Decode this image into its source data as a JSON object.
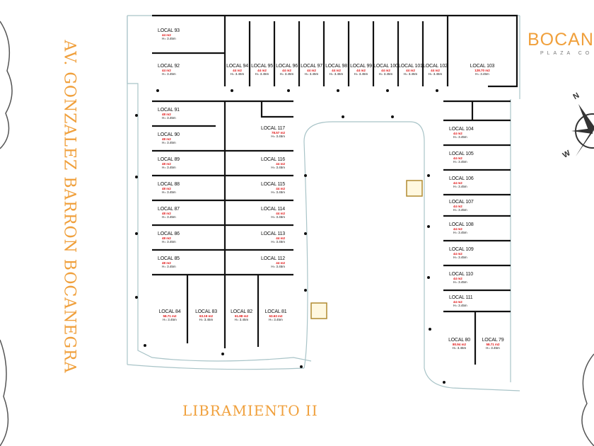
{
  "streets": {
    "left": "AV. GONZALEZ BARRON BOCANEGRA",
    "bottom": "LIBRAMIENTO II"
  },
  "logo": {
    "brand": "BOCAN",
    "subtitle": "PLAZA CO"
  },
  "compass": {
    "north": "N",
    "west": "W"
  },
  "colors": {
    "accent": "#f0a03c",
    "area_text": "#e01010",
    "walls": "#111111",
    "boundary": "#a9c4c8"
  },
  "locals": [
    {
      "name": "LOCAL 93",
      "area": "44 m2",
      "height": "H= 3.45m"
    },
    {
      "name": "LOCAL 92",
      "area": "44 m2",
      "height": "H= 3.45m"
    },
    {
      "name": "LOCAL 94",
      "area": "44 m2",
      "height": "H= 3.45m"
    },
    {
      "name": "LOCAL 95",
      "area": "44 m2",
      "height": "H= 3.45m"
    },
    {
      "name": "LOCAL 96",
      "area": "44 m2",
      "height": "H= 3.45m"
    },
    {
      "name": "LOCAL 97",
      "area": "44 m2",
      "height": "H= 3.45m"
    },
    {
      "name": "LOCAL 98",
      "area": "44 m2",
      "height": "H= 3.45m"
    },
    {
      "name": "LOCAL 99",
      "area": "44 m2",
      "height": "H= 3.45m"
    },
    {
      "name": "LOCAL 100",
      "area": "44 m2",
      "height": "H= 3.45m"
    },
    {
      "name": "LOCAL 101",
      "area": "44 m2",
      "height": "H= 3.45m"
    },
    {
      "name": "LOCAL 102",
      "area": "44 m2",
      "height": "H= 3.45m"
    },
    {
      "name": "LOCAL 103",
      "area": "128.70 m2",
      "height": "H= 3.45m"
    },
    {
      "name": "LOCAL 91",
      "area": "48 m2",
      "height": "H= 3.45m"
    },
    {
      "name": "LOCAL 90",
      "area": "48 m2",
      "height": "H= 3.45m"
    },
    {
      "name": "LOCAL 89",
      "area": "48 m2",
      "height": "H= 3.45m"
    },
    {
      "name": "LOCAL 88",
      "area": "48 m2",
      "height": "H= 3.45m"
    },
    {
      "name": "LOCAL 87",
      "area": "48 m2",
      "height": "H= 3.45m"
    },
    {
      "name": "LOCAL 86",
      "area": "48 m2",
      "height": "H= 3.45m"
    },
    {
      "name": "LOCAL 85",
      "area": "48 m2",
      "height": "H= 3.45m"
    },
    {
      "name": "LOCAL 117",
      "area": "78.57 m2",
      "height": "H= 3.45m"
    },
    {
      "name": "LOCAL 116",
      "area": "44 m2",
      "height": "H= 3.45m"
    },
    {
      "name": "LOCAL 115",
      "area": "44 m2",
      "height": "H= 3.45m"
    },
    {
      "name": "LOCAL 114",
      "area": "44 m2",
      "height": "H= 3.45m"
    },
    {
      "name": "LOCAL 113",
      "area": "44 m2",
      "height": "H= 3.45m"
    },
    {
      "name": "LOCAL 112",
      "area": "44 m2",
      "height": "H= 3.45m"
    },
    {
      "name": "LOCAL 84",
      "area": "58.71 m2",
      "height": "H= 3.45m"
    },
    {
      "name": "LOCAL 83",
      "area": "63.19 m2",
      "height": "H= 3.45m"
    },
    {
      "name": "LOCAL 82",
      "area": "61.88 m2",
      "height": "H= 3.45m"
    },
    {
      "name": "LOCAL 81",
      "area": "63.63 m2",
      "height": "H= 3.45m"
    },
    {
      "name": "LOCAL 104",
      "area": "44 m2",
      "height": "H= 3.45m"
    },
    {
      "name": "LOCAL 105",
      "area": "44 m2",
      "height": "H= 3.45m"
    },
    {
      "name": "LOCAL 106",
      "area": "44 m2",
      "height": "H= 3.45m"
    },
    {
      "name": "LOCAL 107",
      "area": "44 m2",
      "height": "H= 3.45m"
    },
    {
      "name": "LOCAL 108",
      "area": "44 m2",
      "height": "H= 3.45m"
    },
    {
      "name": "LOCAL 109",
      "area": "44 m2",
      "height": "H= 3.45m"
    },
    {
      "name": "LOCAL 110",
      "area": "44 m2",
      "height": "H= 3.45m"
    },
    {
      "name": "LOCAL 111",
      "area": "44 m2",
      "height": "H= 3.45m"
    },
    {
      "name": "LOCAL 80",
      "area": "80.94 m2",
      "height": "H= 3.45m"
    },
    {
      "name": "LOCAL 79",
      "area": "58.71 m2",
      "height": "H= 3.45m"
    }
  ]
}
